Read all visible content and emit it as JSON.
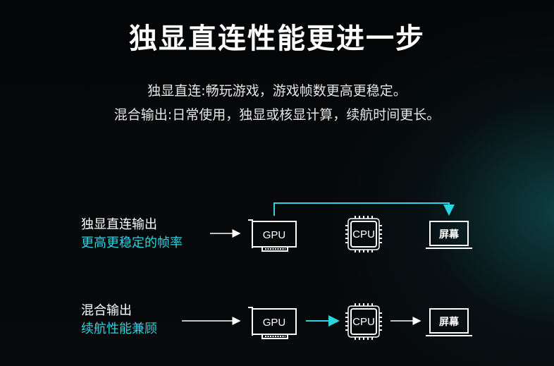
{
  "title": "独显直连性能更进一步",
  "description": {
    "line1": "独显直连:畅玩游戏，游戏帧数更高更稳定。",
    "line2": "混合输出:日常使用，独显或核显计算，续航时间更长。"
  },
  "rows": [
    {
      "label": "独显直连输出",
      "sublabel": "更高更稳定的帧率",
      "gpu_label": "GPU",
      "cpu_label": "CPU",
      "screen_label": "屏幕"
    },
    {
      "label": "混合输出",
      "sublabel": "续航性能兼顾",
      "gpu_label": "GPU",
      "cpu_label": "CPU",
      "screen_label": "屏幕"
    }
  ],
  "colors": {
    "accent": "#2ad4e2",
    "text": "#ffffff"
  },
  "icons": [
    "gpu-card-icon",
    "cpu-chip-icon",
    "monitor-icon",
    "arrow-right-icon"
  ]
}
